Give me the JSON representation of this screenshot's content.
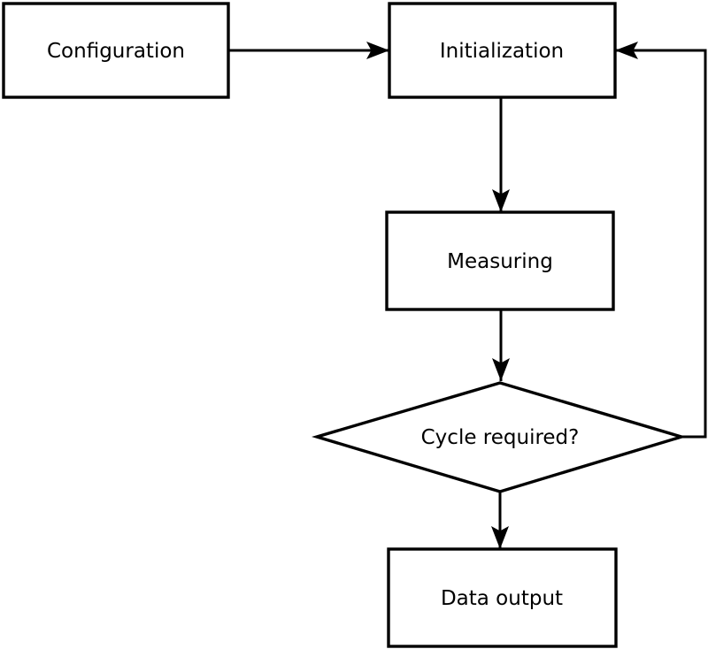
{
  "diagram": {
    "type": "flowchart",
    "colors": {
      "background": "#ffffff",
      "shape_fill": "#ffffff",
      "stroke": "#000000",
      "text": "#000000"
    },
    "nodes": [
      {
        "id": "configuration",
        "shape": "rectangle",
        "label": "Configuration"
      },
      {
        "id": "initialization",
        "shape": "rectangle",
        "label": "Initialization"
      },
      {
        "id": "measuring",
        "shape": "rectangle",
        "label": "Measuring"
      },
      {
        "id": "cycle-required",
        "shape": "diamond",
        "label": "Cycle required?"
      },
      {
        "id": "data-output",
        "shape": "rectangle",
        "label": "Data output"
      }
    ],
    "edges": [
      {
        "from": "configuration",
        "to": "initialization",
        "style": "arrow"
      },
      {
        "from": "initialization",
        "to": "measuring",
        "style": "arrow"
      },
      {
        "from": "measuring",
        "to": "cycle-required",
        "style": "arrow"
      },
      {
        "from": "cycle-required",
        "to": "data-output",
        "style": "arrow"
      },
      {
        "from": "cycle-required",
        "to": "initialization",
        "style": "arrow",
        "kind": "feedback-loop"
      }
    ]
  }
}
